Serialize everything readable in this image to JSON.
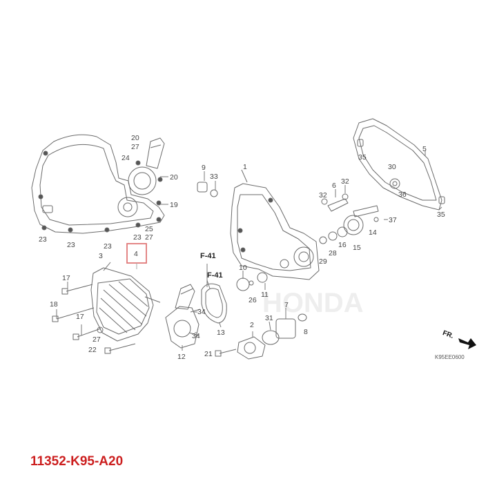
{
  "colors": {
    "line": "#6a6a6a",
    "part_number": "#cc1f1f",
    "highlight": "#e07878"
  },
  "diagram_code": "K95EE0600",
  "part_number": "11352-K95-A20",
  "direction_label": "FR.",
  "refs": {
    "f41a": "F-41",
    "f41b": "F-41"
  },
  "watermark": "HONDA",
  "highlight_callout": "4",
  "callouts": {
    "c1": "1",
    "c2": "2",
    "c3": "3",
    "c5": "5",
    "c6": "6",
    "c7": "7",
    "c8": "8",
    "c9": "9",
    "c10": "10",
    "c11": "11",
    "c12": "12",
    "c13": "13",
    "c14": "14",
    "c15": "15",
    "c16": "16",
    "c17a": "17",
    "c17b": "17",
    "c18": "18",
    "c19": "19",
    "c20a": "20",
    "c20b": "20",
    "c21": "21",
    "c22": "22",
    "c23a": "23",
    "c23b": "23",
    "c23c": "23",
    "c23d": "23",
    "c24": "24",
    "c25": "25",
    "c26": "26",
    "c27a": "27",
    "c27b": "27",
    "c27c": "27",
    "c28": "28",
    "c29": "29",
    "c30": "30",
    "c31": "31",
    "c32a": "32",
    "c32b": "32",
    "c33": "33",
    "c34a": "34",
    "c34b": "34",
    "c35a": "35",
    "c35b": "35",
    "c36": "36",
    "c37": "37"
  }
}
